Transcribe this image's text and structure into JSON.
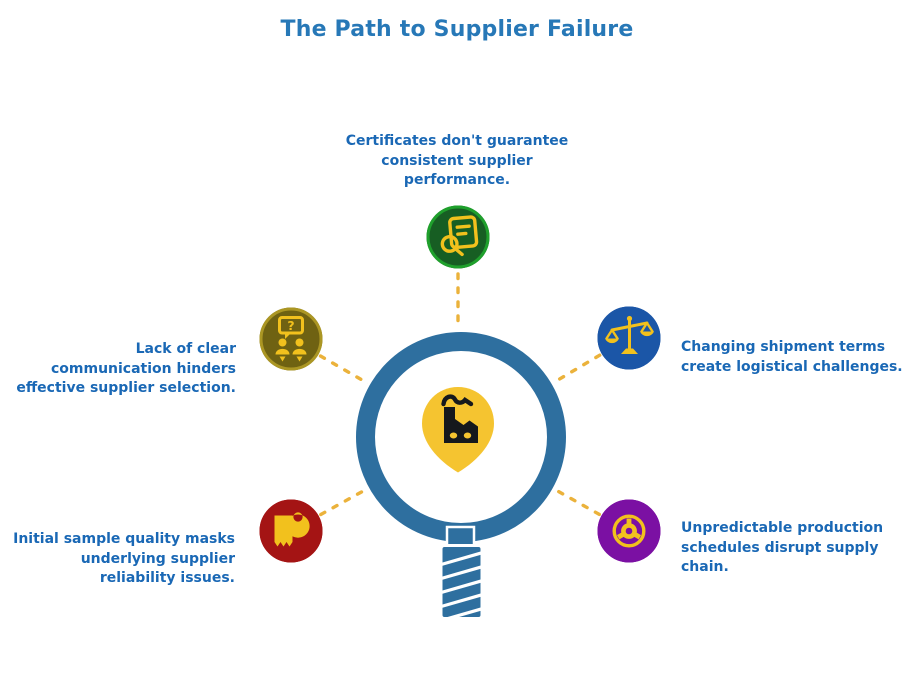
{
  "title": "The Path to Supplier Failure",
  "colors": {
    "title_text": "#2778B7",
    "label_text": "#1A68B5",
    "connector_dash": "#EBB23B",
    "magnifier_blue": "#2E6F9F",
    "pin_yellow": "#F5C430",
    "icon_gold": "#F2C11D",
    "factory_dark": "#15181C"
  },
  "center": {
    "icon": "factory-location-pin-magnifier"
  },
  "nodes": {
    "top": {
      "icon": "document-search-icon",
      "fill": "#175E23",
      "ring": "#1FA02C",
      "label": "Certificates don't guarantee consistent supplier performance.",
      "lines": [
        "Certificates don't guarantee",
        "consistent supplier",
        "performance."
      ]
    },
    "left_upper": {
      "icon": "communication-question-icon",
      "fill": "#6F6212",
      "ring": "#AB9623",
      "label": "Lack of clear communication hinders effective supplier selection.",
      "lines": [
        "Lack of clear",
        "communication hinders",
        "effective supplier selection."
      ]
    },
    "right_upper": {
      "icon": "balance-scales-icon",
      "fill": "#1B56A7",
      "ring": "#1B56A7",
      "label": "Changing shipment terms create logistical challenges.",
      "lines": [
        "Changing shipment terms",
        "create logistical challenges."
      ]
    },
    "left_lower": {
      "icon": "sample-roll-icon",
      "fill": "#A41414",
      "ring": "#A41414",
      "label": "Initial sample quality masks underlying supplier reliability issues.",
      "lines": [
        "Initial sample quality masks",
        "underlying supplier",
        "reliability issues."
      ]
    },
    "right_lower": {
      "icon": "production-gear-icon",
      "fill": "#7B10A3",
      "ring": "#7B10A3",
      "label": "Unpredictable production schedules disrupt supply chain.",
      "lines": [
        "Unpredictable production",
        "schedules disrupt supply",
        "chain."
      ]
    }
  }
}
